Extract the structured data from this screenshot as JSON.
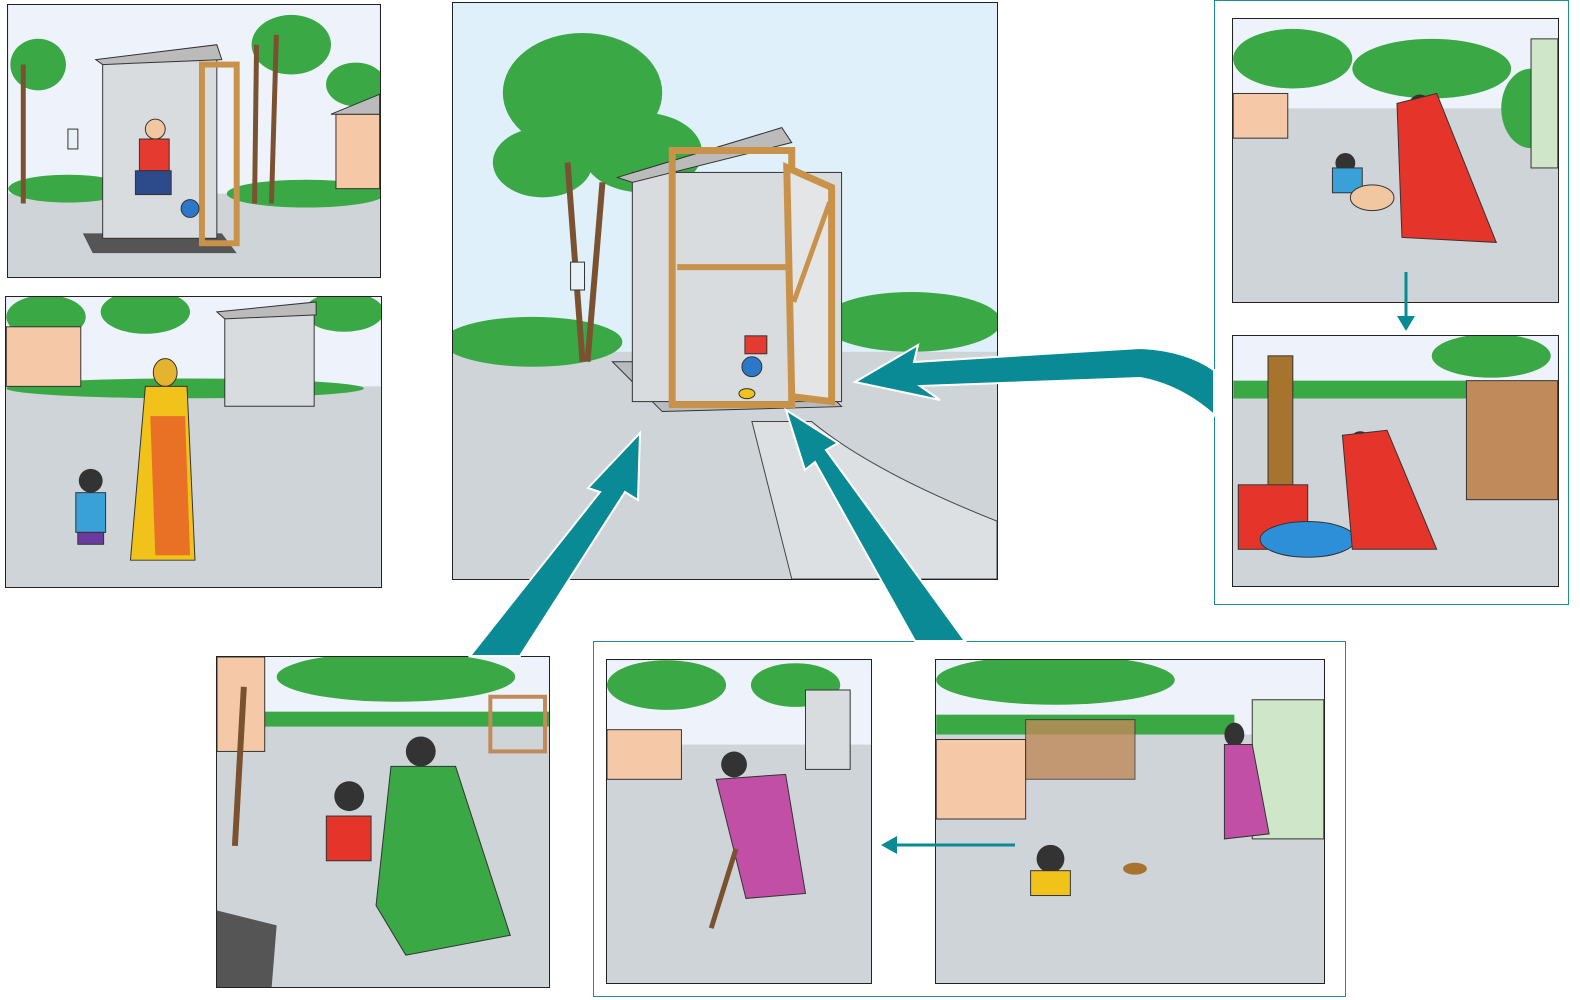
{
  "colors": {
    "arrow": "#0a8a94",
    "frame": "#1a8f96",
    "sky": "#dff0fb",
    "ground": "#cfd4d8",
    "tree": "#3aa845",
    "trunk": "#7a5230",
    "hut_wall": "#f5c9a8",
    "latrine_wall": "#d9dcdf",
    "latrine_frame": "#c9924b"
  },
  "icons": {
    "latrine": "latrine-illustration",
    "arrow": "flow-arrow",
    "tree": "tree-illustration"
  }
}
